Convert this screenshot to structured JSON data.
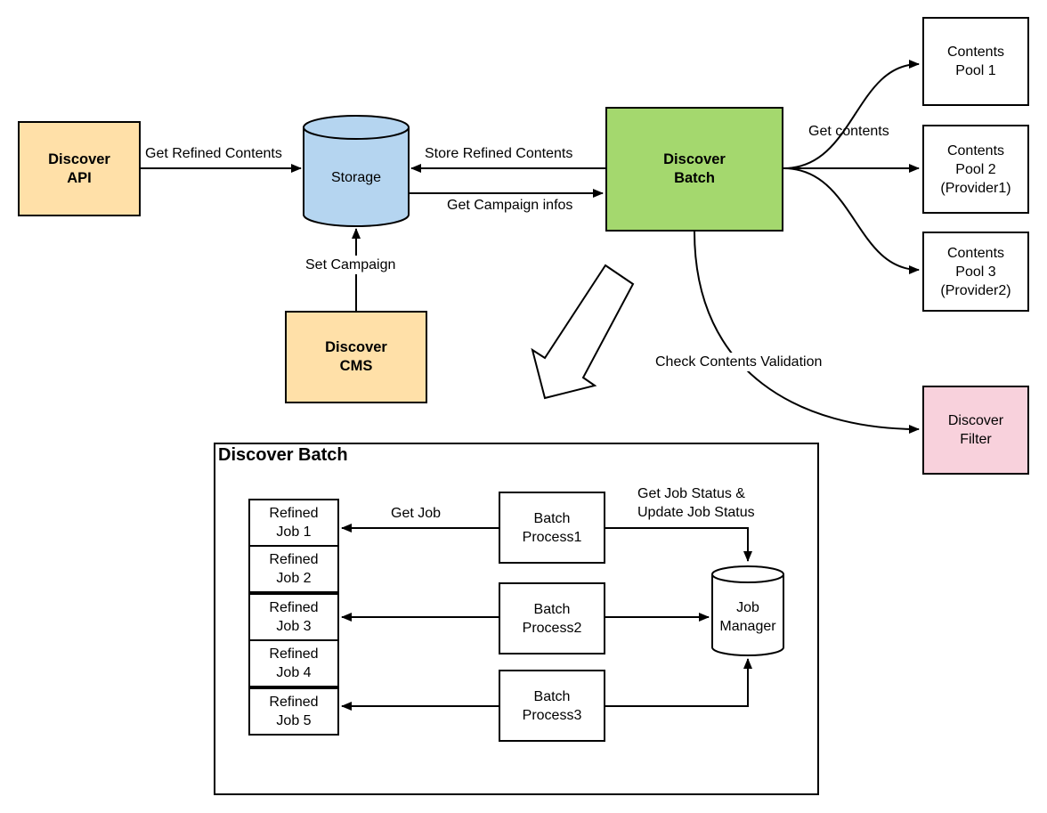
{
  "nodes": {
    "discover_api": "Discover\nAPI",
    "storage": "Storage",
    "discover_batch": "Discover\nBatch",
    "discover_cms": "Discover\nCMS",
    "pool1": "Contents\nPool 1",
    "pool2": "Contents\nPool 2\n(Provider1)",
    "pool3": "Contents\nPool 3\n(Provider2)",
    "discover_filter": "Discover\nFilter"
  },
  "edges": {
    "get_refined_contents": "Get Refined Contents",
    "store_refined_contents": "Store Refined Contents",
    "get_campaign_infos": "Get Campaign infos",
    "set_campaign": "Set Campaign",
    "get_contents": "Get contents",
    "check_validation": "Check Contents Validation"
  },
  "detail": {
    "title": "Discover Batch",
    "jobs": [
      "Refined\nJob 1",
      "Refined\nJob 2",
      "Refined\nJob 3",
      "Refined\nJob 4",
      "Refined\nJob 5"
    ],
    "processes": [
      "Batch\nProcess1",
      "Batch\nProcess2",
      "Batch\nProcess3"
    ],
    "job_manager": "Job\nManager",
    "get_job": "Get Job",
    "job_status": "Get Job Status &\nUpdate Job Status"
  },
  "colors": {
    "orange": "#ffe0a8",
    "blue": "#b5d5f0",
    "green": "#a4d86e",
    "pink": "#f8d1dc"
  }
}
